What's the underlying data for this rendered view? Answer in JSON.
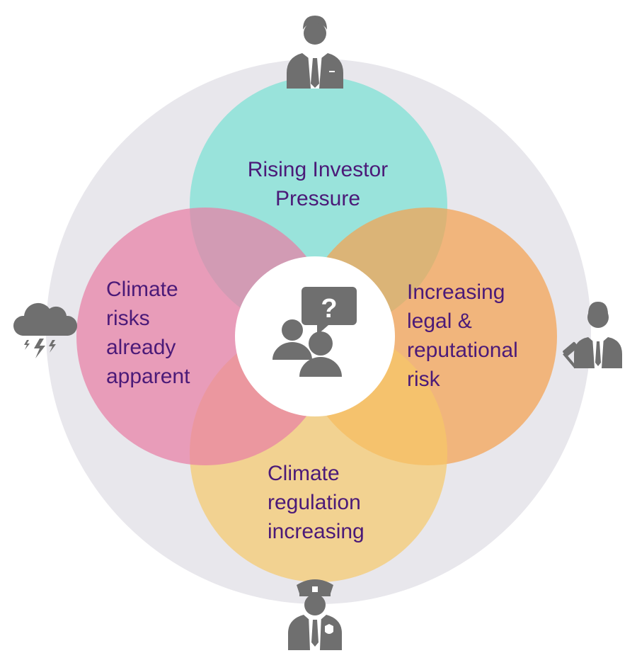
{
  "center_icon": "people-question-icon",
  "outer_icons": {
    "top": "businessman-icon",
    "right": "judge-gavel-icon",
    "bottom": "police-officer-icon",
    "left": "storm-cloud-icon"
  },
  "colors": {
    "outer_ring": "#e8e7ec",
    "top_circle": "#96e3da",
    "right_circle": "#f4b47a",
    "bottom_circle": "#f5d391",
    "left_circle": "#ec9fbb",
    "text": "#4b1a78",
    "icon": "#6f6f6f"
  },
  "circles": {
    "top": {
      "lines": [
        "Rising Investor",
        "Pressure"
      ]
    },
    "right": {
      "lines": [
        "Increasing",
        "legal &",
        "reputational",
        "risk"
      ]
    },
    "bottom": {
      "lines": [
        "Climate",
        "regulation",
        "increasing"
      ]
    },
    "left": {
      "lines": [
        "Climate",
        "risks",
        "already",
        "apparent"
      ]
    }
  }
}
